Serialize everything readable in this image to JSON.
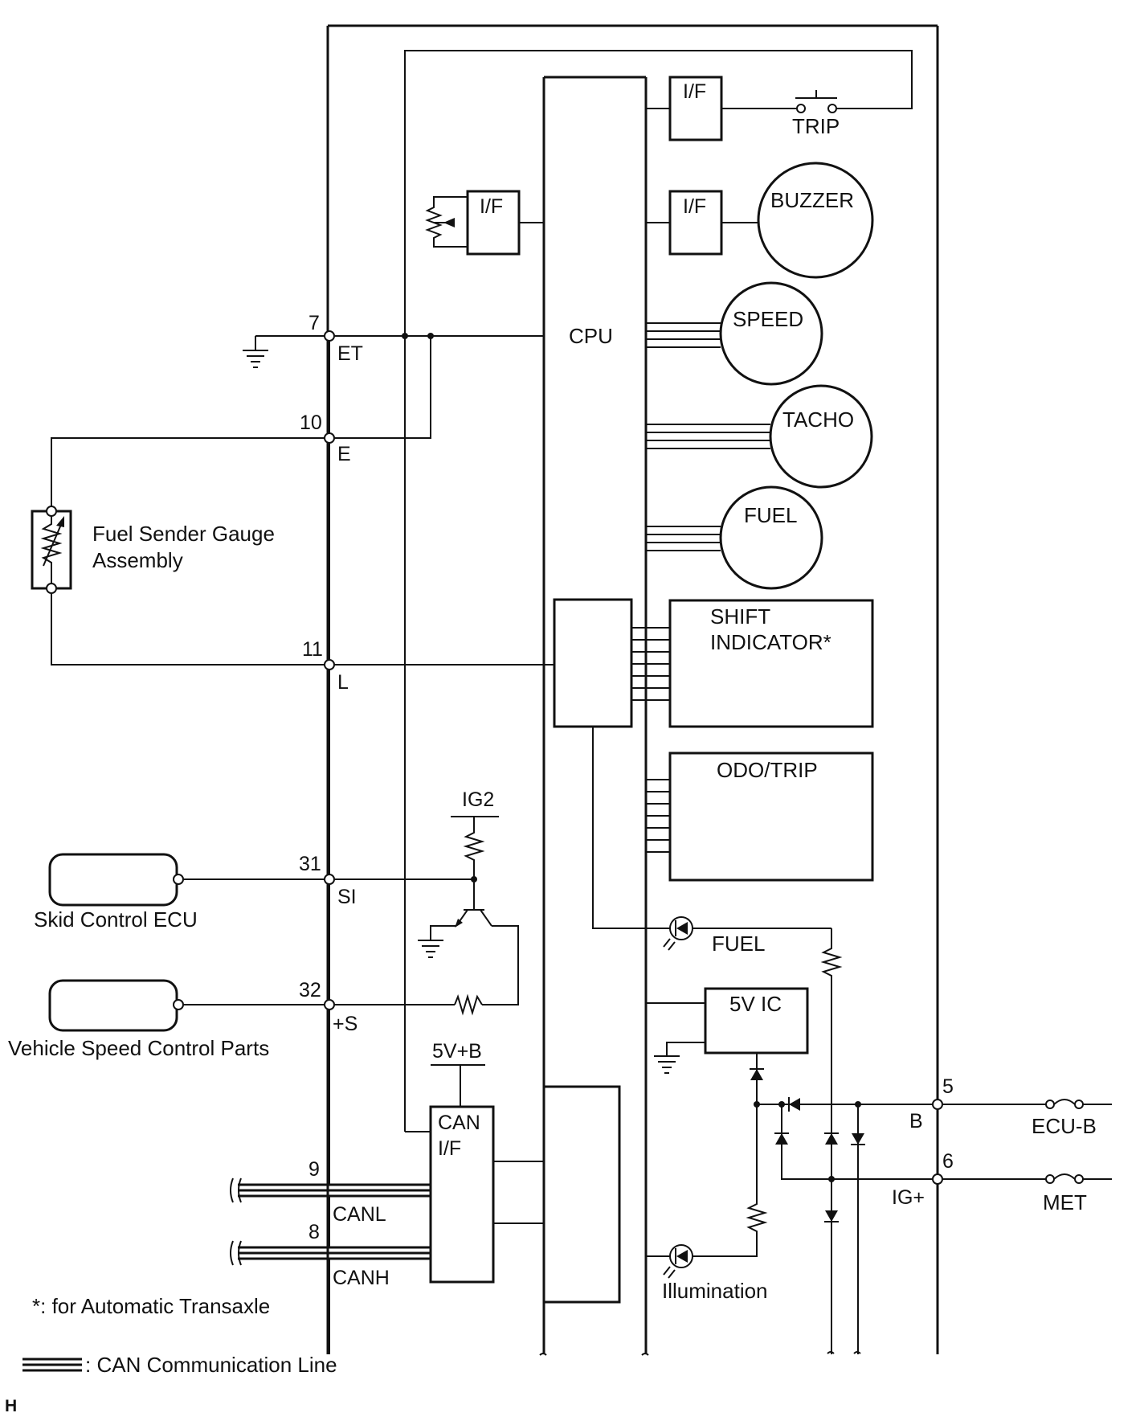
{
  "labels": {
    "if1": "I/F",
    "if2": "I/F",
    "if3": "I/F",
    "trip": "TRIP",
    "buzzer": "BUZZER",
    "speed": "SPEED",
    "tacho": "TACHO",
    "fuel_gauge": "FUEL",
    "cpu": "CPU",
    "shift_1": "SHIFT",
    "shift_2": "INDICATOR*",
    "odo": "ODO/TRIP",
    "fuel_led": "FUEL",
    "ic5v": "5V IC",
    "illumination": "Illumination",
    "can_if_1": "CAN",
    "can_if_2": "I/F",
    "v5b": "5V+B",
    "ig2": "IG2",
    "fuel_sender_1": "Fuel Sender Gauge",
    "fuel_sender_2": "Assembly",
    "skid": "Skid Control ECU",
    "vehicle_speed": "Vehicle Speed Control Parts",
    "note": "*: for Automatic Transaxle",
    "can_legend": ": CAN Communication Line",
    "corner": "H",
    "ecu_b": "ECU-B",
    "met": "MET"
  },
  "terminals": [
    {
      "pin": "7",
      "name": "ET"
    },
    {
      "pin": "10",
      "name": "E"
    },
    {
      "pin": "11",
      "name": "L"
    },
    {
      "pin": "31",
      "name": "SI"
    },
    {
      "pin": "32",
      "name": "+S"
    },
    {
      "pin": "9",
      "name": "CANL"
    },
    {
      "pin": "8",
      "name": "CANH"
    },
    {
      "pin": "5",
      "name": "B"
    },
    {
      "pin": "6",
      "name": "IG+"
    }
  ]
}
